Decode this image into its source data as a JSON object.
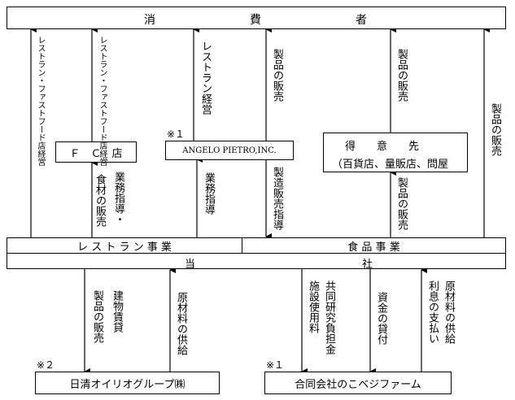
{
  "consumer": {
    "chars": [
      "消",
      "費",
      "者"
    ]
  },
  "fc_store": {
    "label": "Ｆ　Ｃ　店"
  },
  "angelo": {
    "label": "ANGELO PIETRO,INC.",
    "mark": "※１"
  },
  "customers": {
    "title": "得　　意　　先",
    "detail": "（百貨店、量販店、問屋"
  },
  "restaurant_bar": {
    "label": "レ ス ト ラ ン 事 業"
  },
  "food_bar": {
    "label": "食 品 事 業"
  },
  "company": {
    "chars": [
      "当",
      "社"
    ]
  },
  "nisshin": {
    "label": "日清オイリオグループ㈱",
    "mark": "※２"
  },
  "nokobe": {
    "label": "合同会社のこベジファーム",
    "mark": "※１"
  },
  "labels": {
    "fc_to_consumer_1": "レストラン・ファストフード店経営",
    "fc_to_consumer_2": "レストラン・ファストフード店経営",
    "angelo_to_consumer": "レストラン経営",
    "angelo_products": "製品の販売",
    "customers_to_consumer": "製品の販売",
    "food_to_consumer": "製品の販売",
    "food_material_sales": "食材の販売",
    "business_guidance_fc": "業務指導・",
    "business_guidance_angelo": "業務指導",
    "manufacturing_guidance": "製造販売指導",
    "food_to_customers": "製品の販売",
    "product_sales_nisshin": "製品の販売",
    "building_lease": "建物賃貸",
    "raw_material_nisshin": "原材料の供給",
    "facility_fee": "施設使用料",
    "joint_research": "共同研究負担金",
    "loan": "資金の貸付",
    "interest": "利息の支払い",
    "raw_material_nokobe": "原材料の供給"
  }
}
